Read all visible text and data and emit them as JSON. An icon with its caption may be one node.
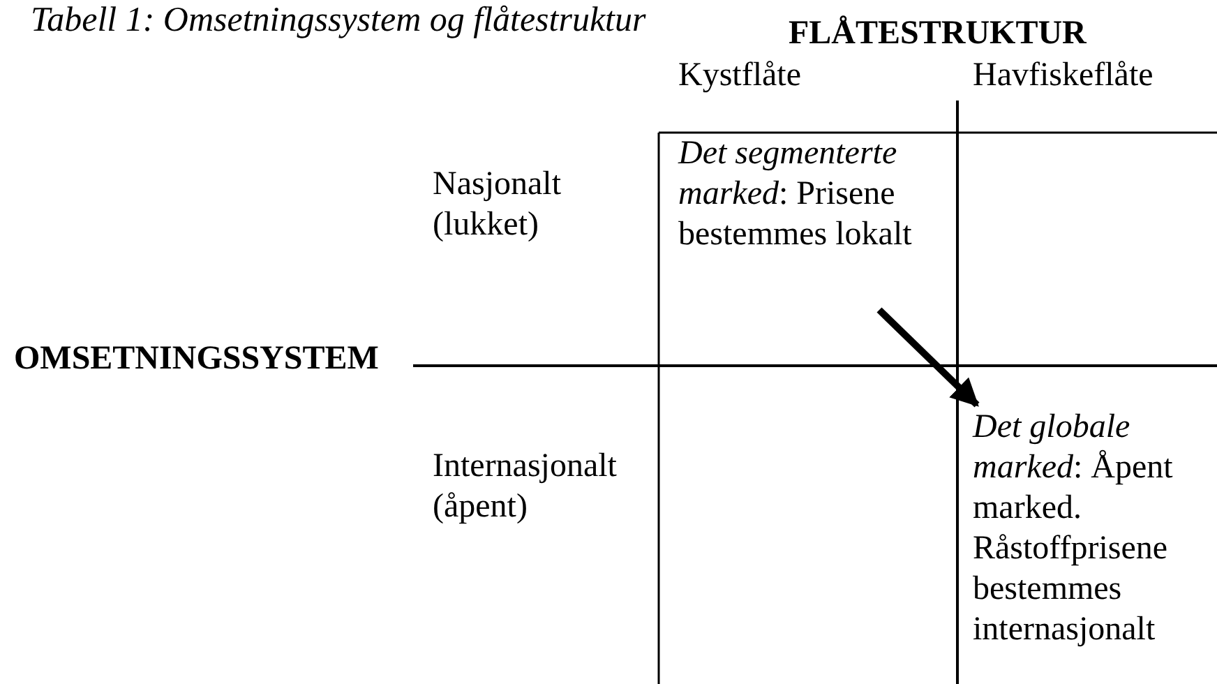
{
  "diagram": {
    "title": "Tabell 1: Omsetningssystem og flåtestruktur",
    "nodes": [
      {
        "text": [
          "*Det segmenterte marked*: Prisene bestemmes lokalt"
        ]
      },
      {
        "text": [
          "*Det globale marked*: Åpent marked. Råstoffprisene bestemmes internasjonalt"
        ]
      }
    ],
    "edges": [
      {
        "from": 0,
        "to": 1,
        "arrow": "to"
      }
    ],
    "labels": [
      "FLÅTESTRUKTUR",
      "Kystflåte",
      "Havfiskeflåte",
      "Nasjonalt (lukket)",
      "OMSETNINGSSYSTEM",
      "Internasjonalt (åpent)"
    ]
  }
}
